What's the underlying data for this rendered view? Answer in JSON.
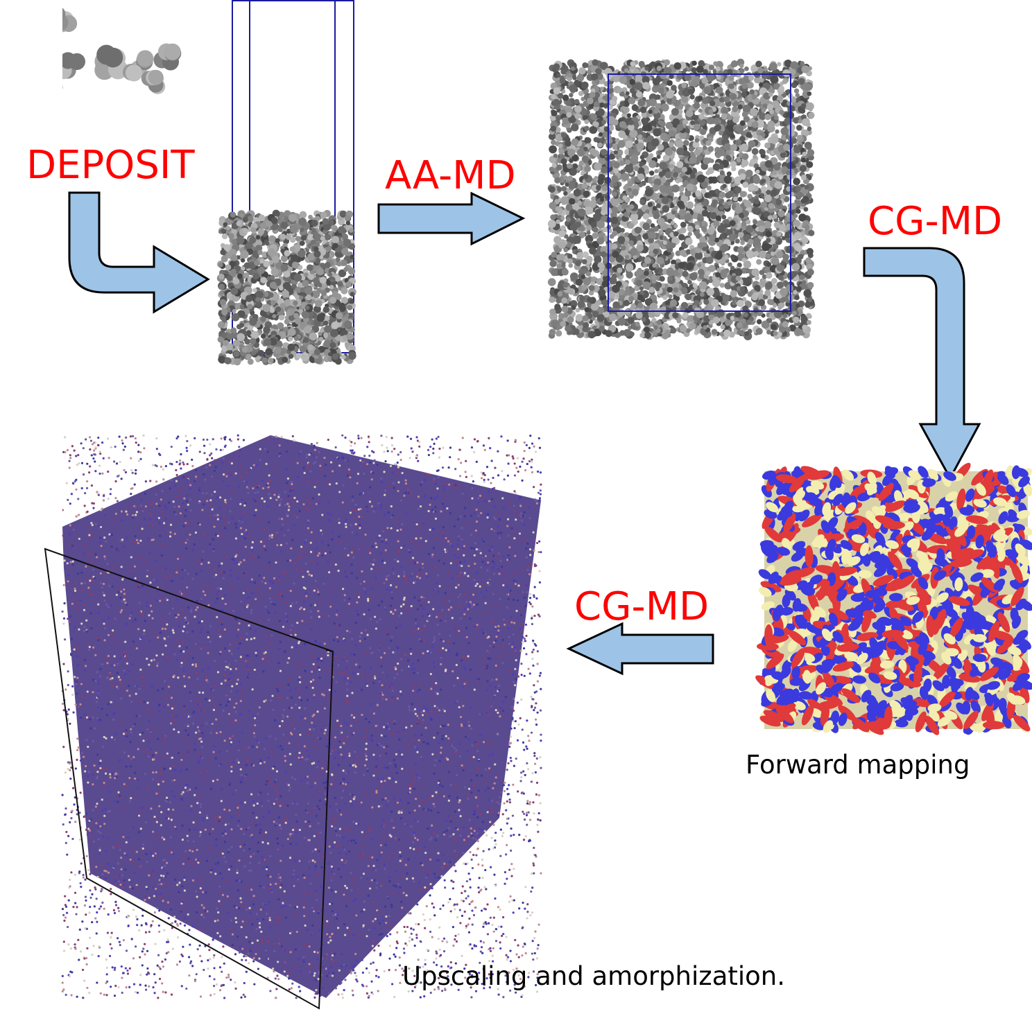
{
  "labels": {
    "deposit": "DEPOSIT",
    "aa_md": "AA-MD",
    "cg_md_top": "CG-MD",
    "cg_md_bottom": "CG-MD",
    "forward_mapping": "Forward mapping",
    "upscaling": "Upscaling and amorphization."
  },
  "colors": {
    "label_red": "#ff0000",
    "arrow_fill": "#9dc3e6",
    "box_blue": "#1a1aa0",
    "atom_gray": "#7a7a7a",
    "cg_red": "#e03a3a",
    "cg_blue": "#3a3adf",
    "cg_yellow": "#f3eeb0"
  }
}
